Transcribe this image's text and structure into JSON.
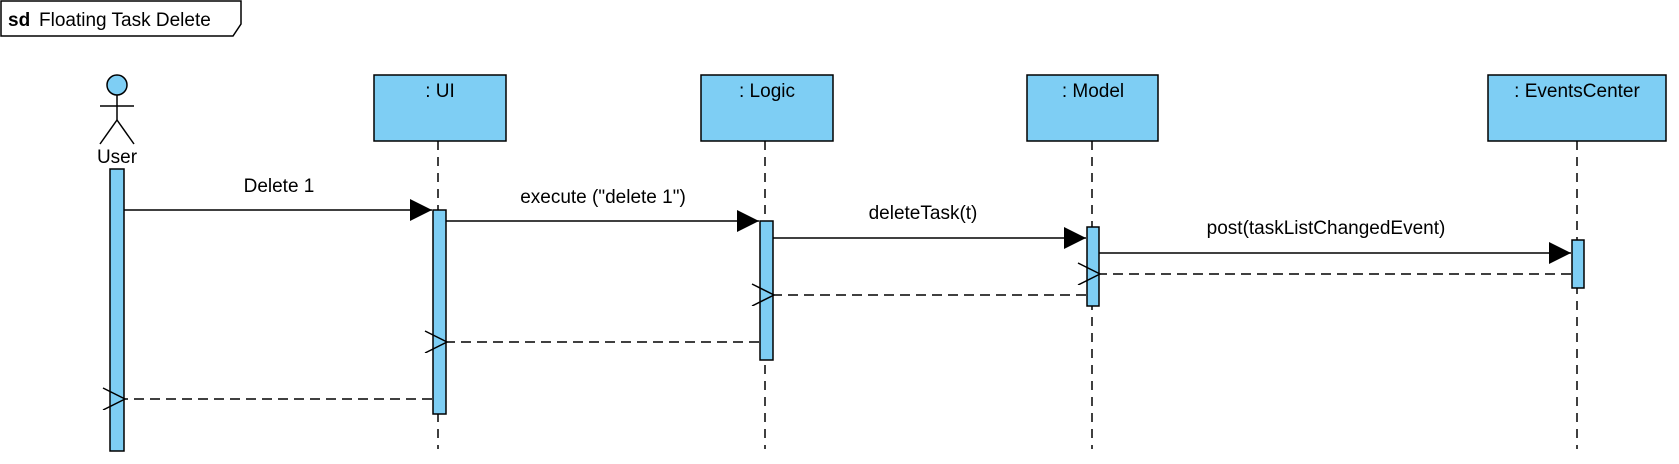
{
  "frame": {
    "keyword": "sd",
    "title": "Floating Task Delete"
  },
  "colors": {
    "fill": "#7ecef4",
    "stroke": "#000000"
  },
  "participants": [
    {
      "id": "user",
      "label": "User",
      "kind": "actor"
    },
    {
      "id": "ui",
      "label": ": UI",
      "kind": "object"
    },
    {
      "id": "logic",
      "label": ": Logic",
      "kind": "object"
    },
    {
      "id": "model",
      "label": ": Model",
      "kind": "object"
    },
    {
      "id": "events",
      "label": ": EventsCenter",
      "kind": "object"
    }
  ],
  "messages": [
    {
      "from": "user",
      "to": "ui",
      "label": "Delete 1",
      "type": "sync"
    },
    {
      "from": "ui",
      "to": "logic",
      "label": "execute (\"delete 1\")",
      "type": "sync"
    },
    {
      "from": "logic",
      "to": "model",
      "label": "deleteTask(t)",
      "type": "sync"
    },
    {
      "from": "model",
      "to": "events",
      "label": "post(taskListChangedEvent)",
      "type": "sync"
    },
    {
      "from": "events",
      "to": "model",
      "label": "",
      "type": "return"
    },
    {
      "from": "model",
      "to": "logic",
      "label": "",
      "type": "return"
    },
    {
      "from": "logic",
      "to": "ui",
      "label": "",
      "type": "return"
    },
    {
      "from": "ui",
      "to": "user",
      "label": "",
      "type": "return"
    }
  ]
}
